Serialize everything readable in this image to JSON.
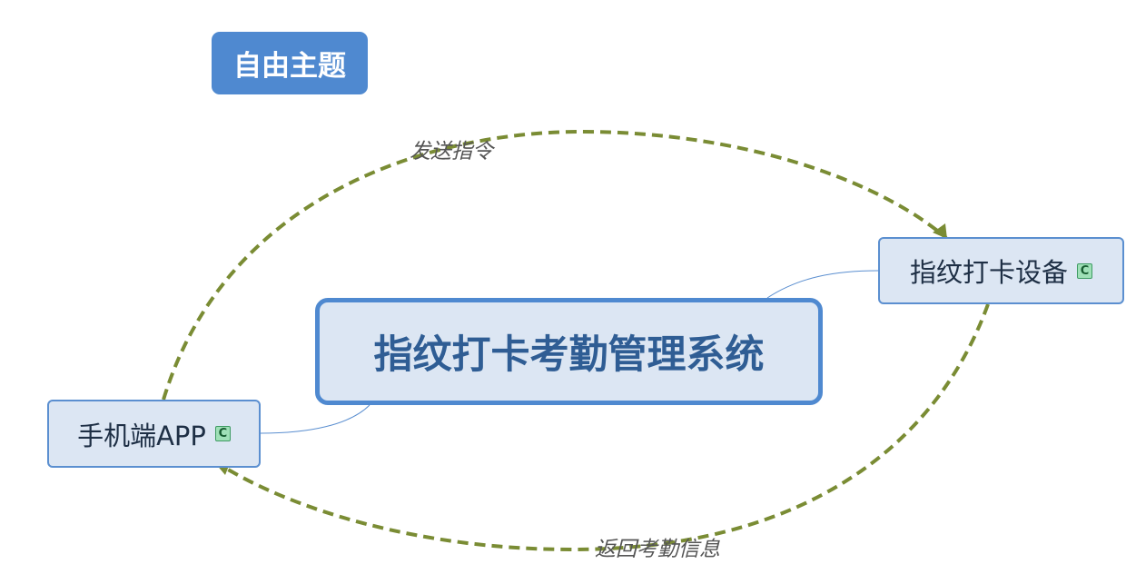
{
  "mindmap": {
    "floating_topic": "自由主题",
    "central_topic": "指纹打卡考勤管理系统",
    "subtopics": [
      {
        "label": "指纹打卡设备",
        "marker": "C",
        "marker_icon": "c-marker-icon"
      },
      {
        "label": "手机端APP",
        "marker": "C",
        "marker_icon": "c-marker-icon"
      }
    ],
    "relationships": [
      {
        "label": "发送指令",
        "from": "手机端APP",
        "to": "指纹打卡设备"
      },
      {
        "label": "返回考勤信息",
        "from": "指纹打卡设备",
        "to": "手机端APP"
      }
    ]
  },
  "colors": {
    "floating_topic_fill": "#4f89d0",
    "central_topic_fill": "#dce6f3",
    "central_topic_border": "#4f89d0",
    "central_topic_text": "#2f5d94",
    "subtopic_border": "#5b8fd0",
    "connector_line": "#5b8fd0",
    "relationship_line": "#7a8c34",
    "relationship_label": "#555555"
  }
}
